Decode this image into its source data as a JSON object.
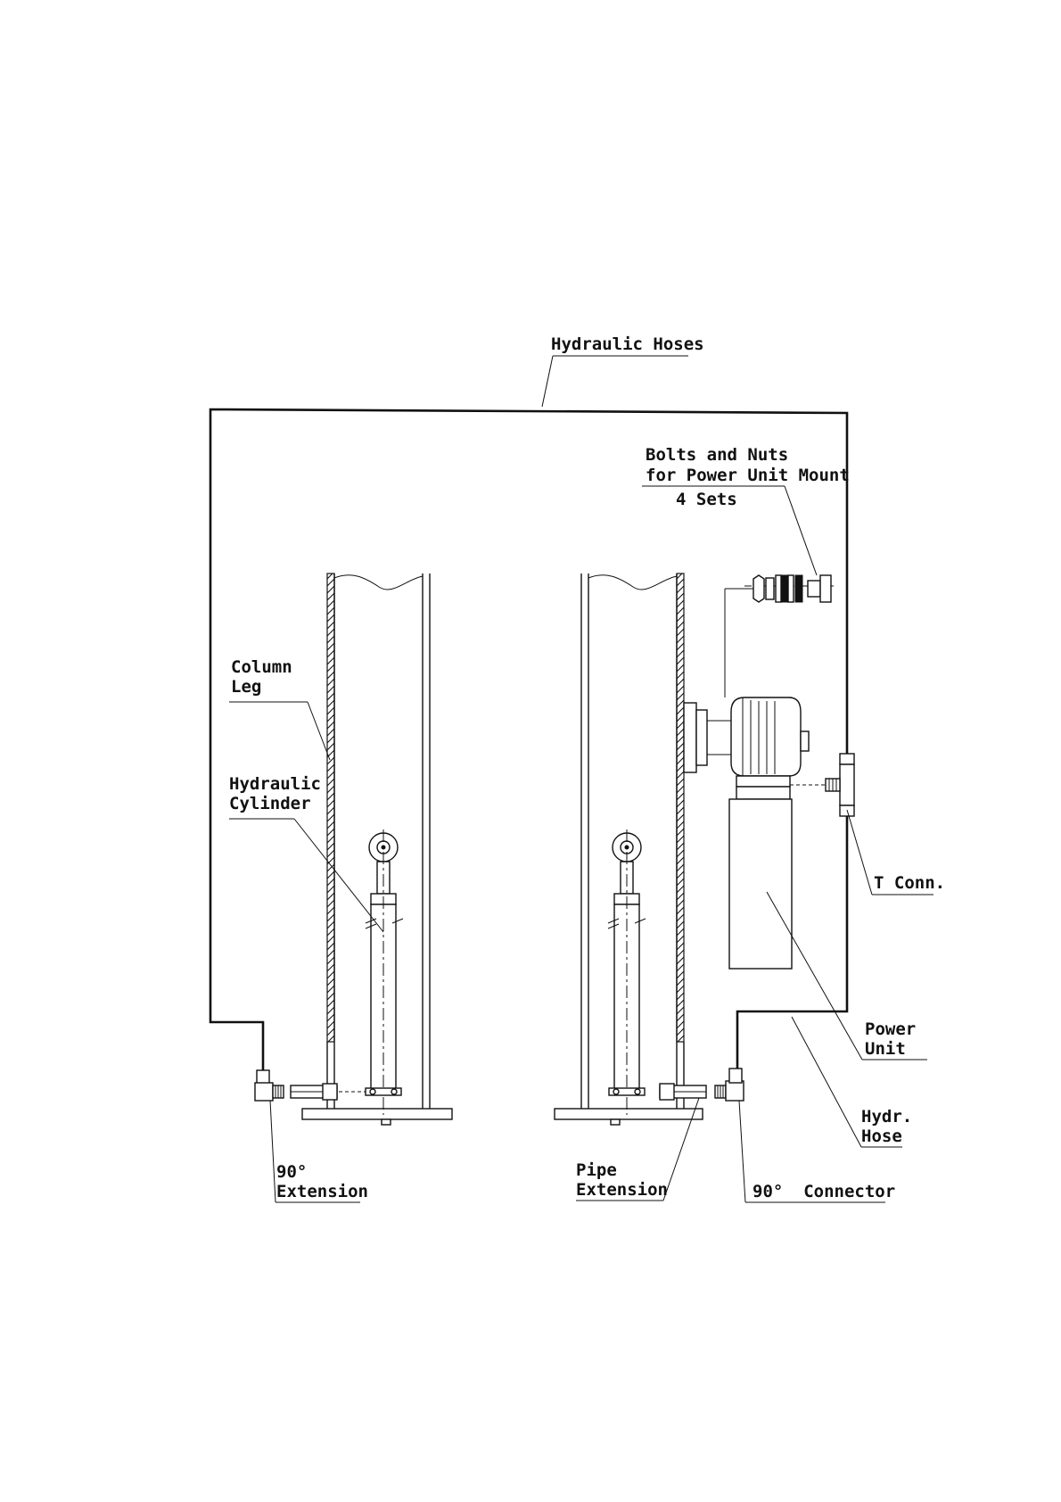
{
  "labels": {
    "hydraulic_hoses": "Hydraulic Hoses",
    "bolts_line1": "Bolts and Nuts",
    "bolts_line2": "for Power Unit Mount",
    "bolts_line3": "4 Sets",
    "column_line1": "Column",
    "column_line2": "Leg",
    "cylinder_line1": "Hydraulic",
    "cylinder_line2": "Cylinder",
    "t_conn": "T Conn.",
    "power_line1": "Power",
    "power_line2": "Unit",
    "hydr_line1": "Hydr.",
    "hydr_line2": "Hose",
    "ext90_line1": "90°",
    "ext90_line2": "Extension",
    "pipe_line1": "Pipe",
    "pipe_line2": "Extension",
    "conn90": "90°  Connector"
  }
}
